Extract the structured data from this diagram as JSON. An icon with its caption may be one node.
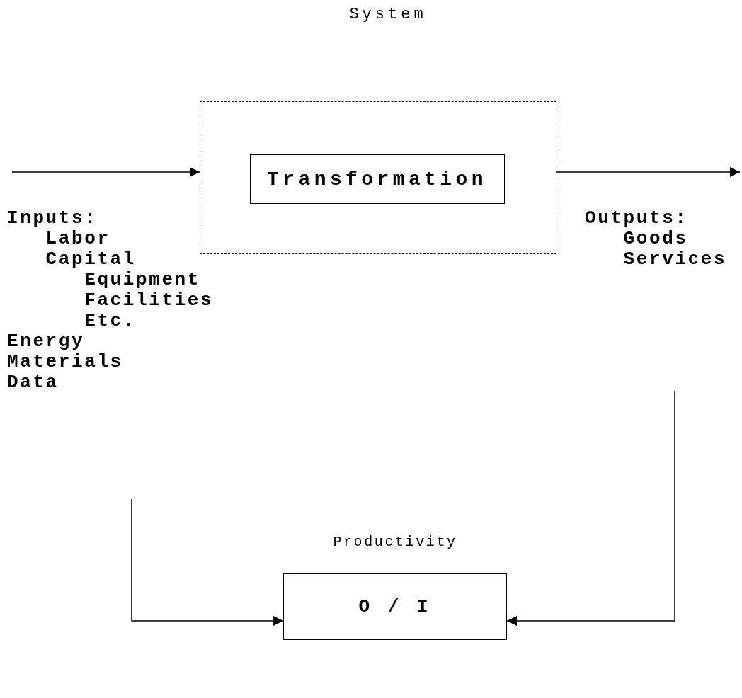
{
  "diagram": {
    "nodes": [
      {
        "text": [],
        "shape": "box"
      },
      {
        "text": [
          "Transformation"
        ],
        "in": 0
      },
      {
        "text": [
          "Inputs:",
          "Labor",
          "Capital",
          "Equipment",
          "Facilities",
          "Etc.",
          "Energy",
          "Materials",
          "Data"
        ]
      },
      {
        "text": [
          "Outputs:",
          "Goods",
          "Services"
        ]
      },
      {
        "text": [
          "O / I"
        ],
        "beside": [
          "Productivity"
        ]
      }
    ],
    "edges": [
      {
        "from": null,
        "to": 0,
        "arrow": "to"
      },
      {
        "from": 0,
        "to": null,
        "arrow": "to"
      },
      {
        "from": null,
        "to": 4,
        "arrow": "to"
      },
      {
        "from": null,
        "to": 4,
        "arrow": "to"
      }
    ],
    "labels": [
      "System"
    ]
  }
}
